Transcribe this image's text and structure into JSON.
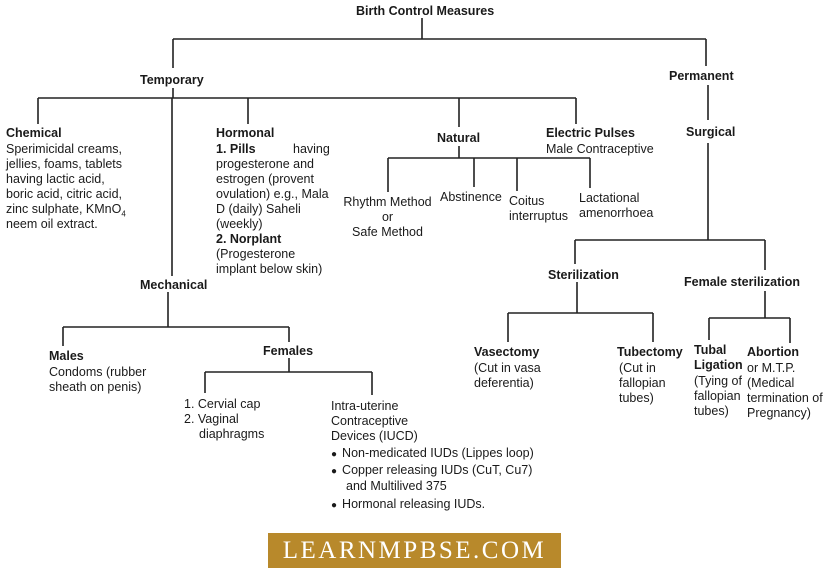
{
  "root": "Birth Control Measures",
  "temporary": "Temporary",
  "permanent": "Permanent",
  "chemical": {
    "title": "Chemical",
    "lines": [
      "Sperimicidal creams,",
      "jellies, foams, tablets",
      "having lactic acid,",
      "boric acid, citric acid,",
      "zinc sulphate, KMnO",
      "neem oil extract."
    ],
    "subscript": "4"
  },
  "hormonal": {
    "title": "Hormonal",
    "pills_label": "1. Pills",
    "pills_lines": [
      "having",
      "progesterone and",
      "estrogen (provent",
      "ovulation) e.g., Mala",
      "D (daily) Saheli",
      "(weekly)"
    ],
    "norplant_label": "2. Norplant",
    "norplant_lines": [
      "(Progesterone",
      "implant below skin)"
    ]
  },
  "natural": {
    "title": "Natural",
    "rhythm": [
      "Rhythm Method",
      "or",
      "Safe Method"
    ],
    "abstinence": "Abstinence",
    "coitus": [
      "Coitus",
      "interruptus"
    ],
    "lactational": [
      "Lactational",
      "amenorrhoea"
    ]
  },
  "electric": {
    "title": "Electric Pulses",
    "subtitle": "Male Contraceptive"
  },
  "surgical": "Surgical",
  "mechanical": "Mechanical",
  "males": {
    "title": "Males",
    "lines": [
      "Condoms (rubber",
      "sheath on penis)"
    ]
  },
  "females": {
    "title": "Females",
    "barrier": [
      "1. Cervial cap",
      "2. Vaginal",
      "diaphragms"
    ],
    "iucd": [
      "Intra-uterine",
      "Contraceptive",
      "Devices (IUCD)"
    ],
    "iud1": "Non-medicated IUDs (Lippes loop)",
    "iud2": "Copper releasing IUDs (CuT, Cu7)",
    "iud2b": "and Multilived 375",
    "iud3": "Hormonal releasing IUDs."
  },
  "sterilization": "Sterilization",
  "female_sterilization": "Female sterilization",
  "vasectomy": {
    "title": "Vasectomy",
    "lines": [
      "(Cut in vasa",
      "deferentia)"
    ]
  },
  "tubectomy": {
    "title": "Tubectomy",
    "lines": [
      "(Cut in",
      "fallopian",
      "tubes)"
    ]
  },
  "tubal": {
    "title": [
      "Tubal",
      "Ligation"
    ],
    "lines": [
      "(Tying of",
      "fallopian",
      "tubes)"
    ]
  },
  "abortion": {
    "title": "Abortion",
    "lines": [
      "or M.T.P.",
      "(Medical",
      "termination of",
      "Pregnancy)"
    ]
  },
  "watermark": "LEARNMPBSE.COM"
}
